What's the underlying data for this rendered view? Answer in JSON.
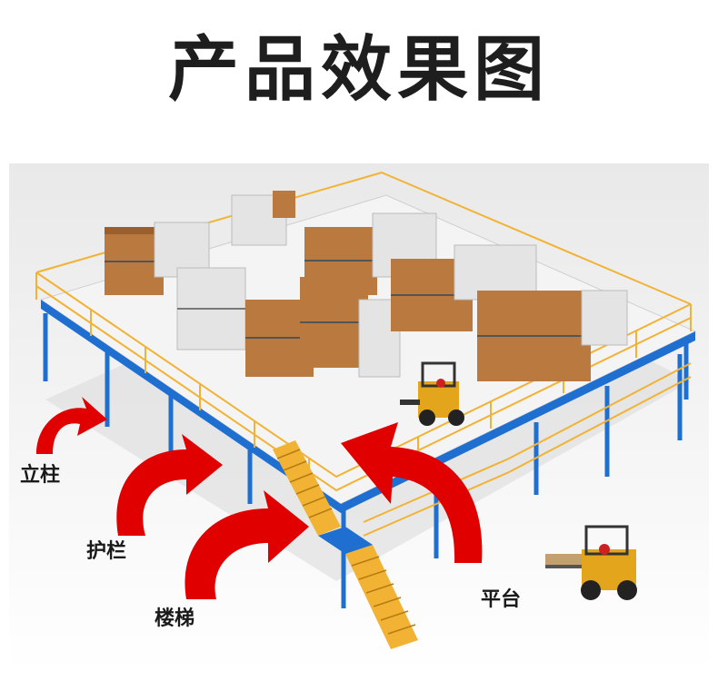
{
  "title": "产品效果图",
  "labels": {
    "column": "立柱",
    "guardrail": "护栏",
    "stairs": "楼梯",
    "platform": "平台"
  },
  "colors": {
    "arrow": "#e00000",
    "steel_blue": "#1f6fd1",
    "rail_yellow": "#f2b233",
    "deck": "#f2f2f2",
    "box_brown": "#b9793f",
    "box_white": "#e4e4e4"
  }
}
